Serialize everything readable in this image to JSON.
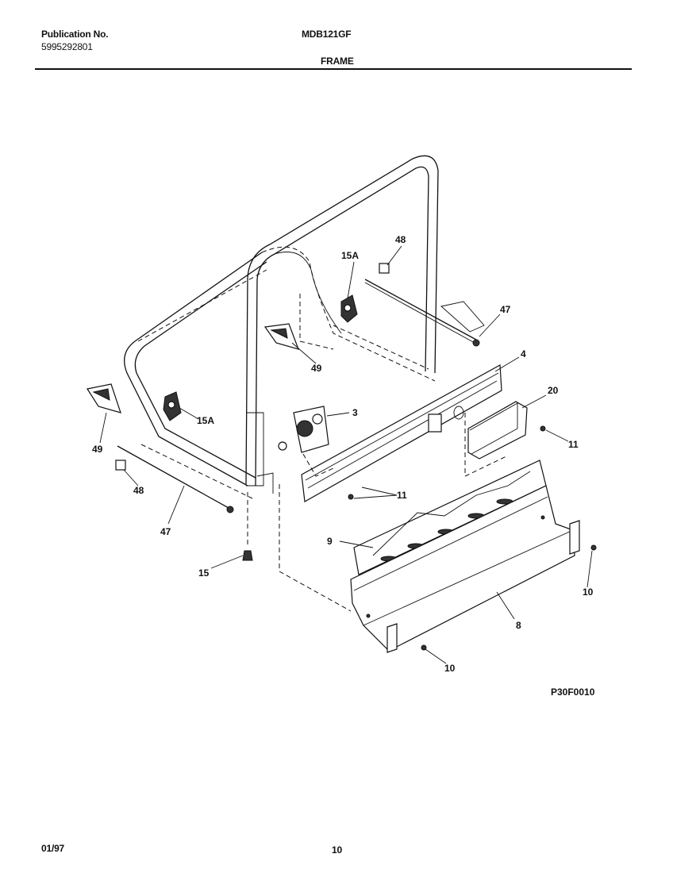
{
  "header": {
    "publication_label": "Publication No.",
    "publication_number": "5995292801",
    "model": "MDB121GF",
    "section_title": "FRAME"
  },
  "diagram": {
    "code": "P30F0010",
    "callouts": {
      "c48a": "48",
      "c15a_top": "15A",
      "c47a": "47",
      "c4": "4",
      "c49a": "49",
      "c20": "20",
      "c3": "3",
      "c15a_left": "15A",
      "c49b": "49",
      "c11a": "11",
      "c48b": "48",
      "c11b": "11",
      "c47b": "47",
      "c9": "9",
      "c15": "15",
      "c10a": "10",
      "c8": "8",
      "c10b": "10"
    }
  },
  "footer": {
    "date": "01/97",
    "page": "10"
  }
}
